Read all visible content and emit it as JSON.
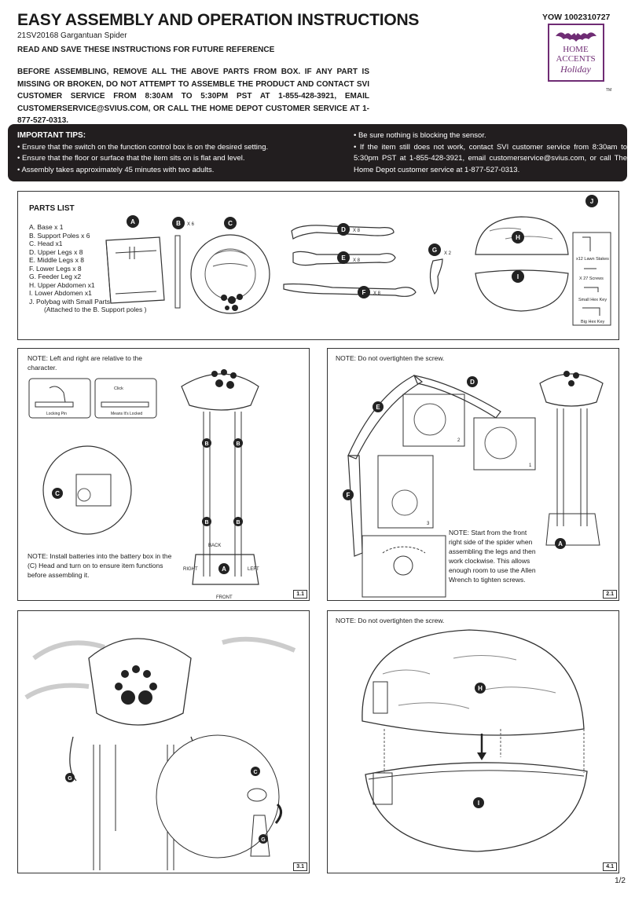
{
  "header": {
    "title": "EASY ASSEMBLY AND OPERATION INSTRUCTIONS",
    "subtitle": "21SV20168 Gargantuan Spider",
    "read_save": "READ AND SAVE THESE INSTRUCTIONS FOR FUTURE REFERENCE",
    "before_text": "BEFORE ASSEMBLING, REMOVE ALL THE ABOVE PARTS FROM BOX. IF ANY PART IS MISSING OR BROKEN, DO NOT ATTEMPT TO ASSEMBLE THE PRODUCT AND CONTACT SVI CUSTOMER SERVICE FROM 8:30AM TO 5:30PM PST AT 1-855-428-3921, EMAIL CUSTOMERSERVICE@SVIUS.COM, OR CALL THE HOME DEPOT CUSTOMER SERVICE AT 1-877-527-0313.",
    "model": "YOW 1002310727",
    "logo": {
      "line1": "HOME",
      "line2": "ACCENTS",
      "line3": "Holiday",
      "tm": "TM",
      "color": "#6f2c74"
    }
  },
  "tips": {
    "heading": "IMPORTANT TIPS:",
    "left": [
      "• Ensure that the switch on the function control box is on the desired setting.",
      "• Ensure that the floor or surface that the item sits on is flat and level.",
      "• Assembly takes approximately 45 minutes with two adults."
    ],
    "right": [
      "• Be sure nothing is blocking the sensor.",
      "• If the item still does not work, contact SVI customer service from 8:30am to 5:30pm PST at 1-855-428-3921, email customerservice@svius.com, or call The Home Depot customer service at 1-877-527-0313."
    ]
  },
  "parts": {
    "title": "PARTS LIST",
    "items": [
      "A.  Base x 1",
      "B.  Support Poles x 6",
      "C.  Head x1",
      "D.  Upper Legs x 8",
      "E.  Middle Legs x 8",
      "F.  Lower Legs x 8",
      "G.  Feeder Leg x2",
      "H.  Upper Abdomen x1",
      "I.   Lower Abdomen x1",
      "J.  Polybag with Small Parts",
      "(Attached to the B. Support poles )"
    ],
    "labels": {
      "a": "A",
      "b": "B",
      "c": "C",
      "d": "D",
      "e": "E",
      "f": "F",
      "g": "G",
      "h": "H",
      "i": "I",
      "j": "J"
    },
    "counts": {
      "b": "X 6",
      "d": "X 8",
      "e": "X 8",
      "f": "X 8",
      "g": "X 2"
    },
    "small_parts": {
      "stakes": "x12 Lawn Stakes",
      "screws": "X  27 Screws",
      "small_key": "Small Hex Key",
      "big_key": "Big Hex Key"
    }
  },
  "step11": {
    "note_top": "NOTE: Left and right are relative to the character.",
    "note_bottom": "NOTE: Install batteries into the battery box in the (C) Head and turn on to ensure item functions before assembling it.",
    "locking_pin": "Locking Pin",
    "click": "Click",
    "means_locked": "Means It's Locked",
    "back": "BACK",
    "front": "FRONT",
    "right": "RIGHT",
    "left": "LEFT",
    "step": "1.1"
  },
  "step21": {
    "note_top": "NOTE: Do not overtighten the screw.",
    "note_side": "NOTE: Start from the front right side of the spider when assembling the legs and then work clockwise. This allows enough room to use the Allen Wrench to tighten screws.",
    "insets": {
      "one": "1",
      "two": "2",
      "three": "3"
    },
    "step": "2.1"
  },
  "step31": {
    "step": "3.1"
  },
  "step41": {
    "note_top": "NOTE: Do not overtighten the screw.",
    "step": "4.1"
  },
  "page": "1/2"
}
